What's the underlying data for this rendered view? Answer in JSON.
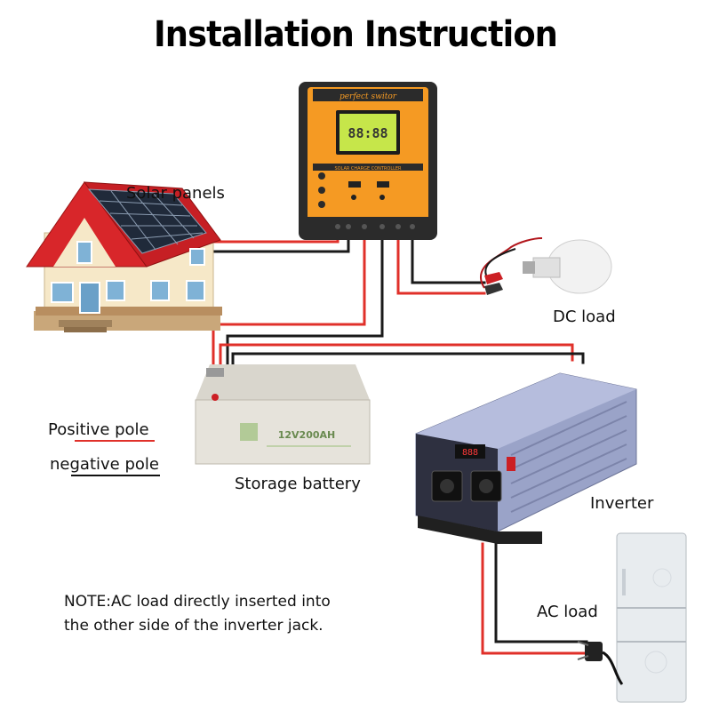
{
  "title": "Installation Instruction",
  "labels": {
    "solar_panels": "Solar panels",
    "dc_load": "DC load",
    "positive_pole": "Positive pole",
    "negative_pole": "negative pole",
    "storage_battery": "Storage battery",
    "inverter": "Inverter",
    "ac_load": "AC load"
  },
  "note": {
    "line1": "NOTE:AC load directly inserted into",
    "line2": "the other side of the inverter jack."
  },
  "controller": {
    "brand": "perfect switor",
    "model_text": "SOLAR CHARGE CONTROLLER",
    "display": "88:88"
  },
  "battery": {
    "label": "12V200AH"
  },
  "colors": {
    "positive_wire": "#e0302a",
    "negative_wire": "#1a1a1a",
    "controller_orange": "#f59a23",
    "controller_dark": "#2b2b2b",
    "lcd_green": "#c6e64a",
    "roof_red": "#d8262a",
    "house_wall": "#f6e8c8",
    "battery_body": "#e6e3db",
    "inverter_silver": "#9aa3c8",
    "fridge": "#e8ecef"
  }
}
